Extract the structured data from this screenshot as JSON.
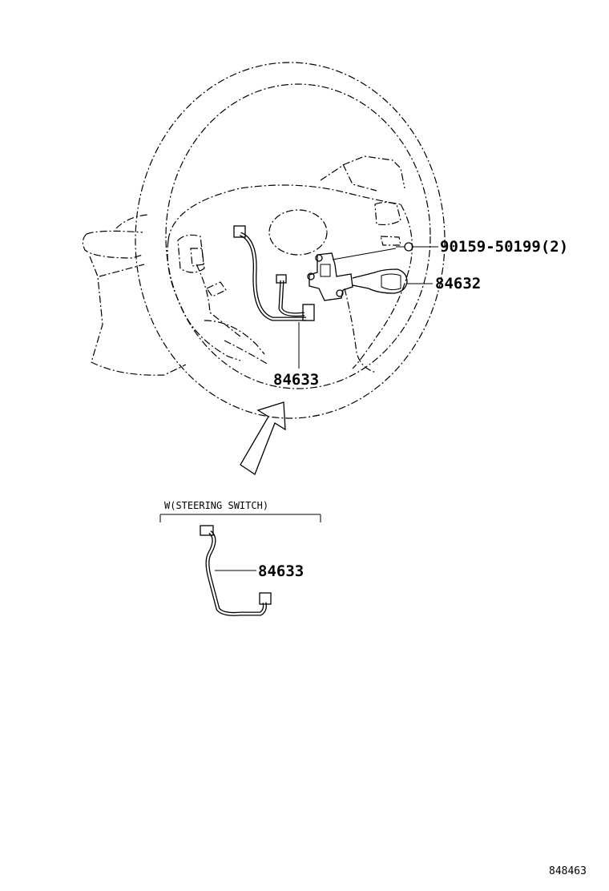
{
  "parts": {
    "bolt": "90159-50199(2)",
    "switch": "84632",
    "harness_main": "84633",
    "harness_detail": "84633"
  },
  "section": {
    "label": "W(STEERING SWITCH)"
  },
  "diagram_id": "848463"
}
